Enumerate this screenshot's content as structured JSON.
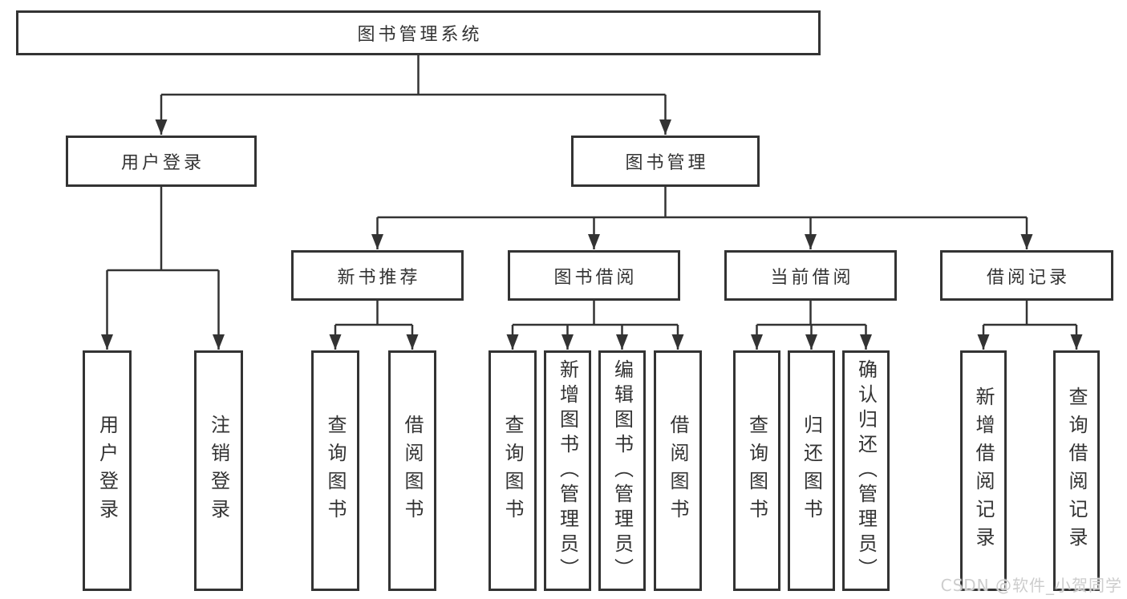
{
  "diagram": {
    "root": "图书管理系统",
    "branches": [
      {
        "label": "用户登录",
        "children": [
          "用户登录",
          "注销登录"
        ]
      },
      {
        "label": "图书管理",
        "groups": [
          {
            "label": "新书推荐",
            "children": [
              "查询图书",
              "借阅图书"
            ]
          },
          {
            "label": "图书借阅",
            "children": [
              "查询图书",
              "新增图书（管理员）",
              "编辑图书（管理员）",
              "借阅图书"
            ]
          },
          {
            "label": "当前借阅",
            "children": [
              "查询图书",
              "归还图书",
              "确认归还（管理员）"
            ]
          },
          {
            "label": "借阅记录",
            "children": [
              "新增借阅记录",
              "查询借阅记录"
            ]
          }
        ]
      }
    ]
  },
  "watermark": "CSDN @软件_小贺同学",
  "colors": {
    "line": "#333333",
    "text": "#333333",
    "box_background": "#ffffff",
    "page_background": "#ffffff",
    "watermark": "#cdcdcd"
  }
}
